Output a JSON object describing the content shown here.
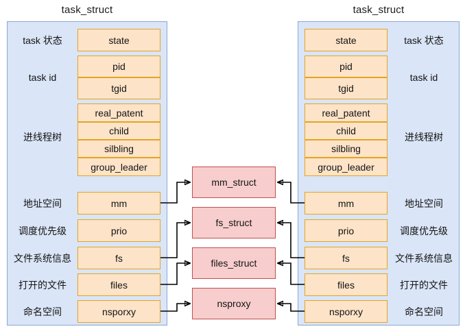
{
  "diagram": {
    "title_left": "task_struct",
    "title_right": "task_struct",
    "colors": {
      "panel_fill": "#dae5f7",
      "panel_border": "#8aa8d4",
      "field_fill": "#fde3c7",
      "field_border": "#e0a526",
      "shared_fill": "#f7cdcd",
      "shared_border": "#c0504d",
      "connector": "#000000"
    }
  },
  "left_panel": {
    "fields": [
      {
        "name": "state",
        "desc": "task 状态"
      },
      {
        "name": "pid",
        "desc": "task id"
      },
      {
        "name": "tgid",
        "desc": ""
      },
      {
        "name": "real_patent",
        "desc": ""
      },
      {
        "name": "child",
        "desc": "进线程树"
      },
      {
        "name": "silbling",
        "desc": ""
      },
      {
        "name": "group_leader",
        "desc": ""
      },
      {
        "name": "mm",
        "desc": "地址空间"
      },
      {
        "name": "prio",
        "desc": "调度优先级"
      },
      {
        "name": "fs",
        "desc": "文件系统信息"
      },
      {
        "name": "files",
        "desc": "打开的文件"
      },
      {
        "name": "nsporxy",
        "desc": "命名空间"
      }
    ],
    "group_labels": [
      "task 状态",
      "task id",
      "进线程树",
      "地址空间",
      "调度优先级",
      "文件系统信息",
      "打开的文件",
      "命名空间"
    ]
  },
  "right_panel": {
    "fields": [
      {
        "name": "state",
        "desc": "task 状态"
      },
      {
        "name": "pid",
        "desc": "task id"
      },
      {
        "name": "tgid",
        "desc": ""
      },
      {
        "name": "real_patent",
        "desc": ""
      },
      {
        "name": "child",
        "desc": "进线程树"
      },
      {
        "name": "silbling",
        "desc": ""
      },
      {
        "name": "group_leader",
        "desc": ""
      },
      {
        "name": "mm",
        "desc": "地址空间"
      },
      {
        "name": "prio",
        "desc": "调度优先级"
      },
      {
        "name": "fs",
        "desc": "文件系统信息"
      },
      {
        "name": "files",
        "desc": "打开的文件"
      },
      {
        "name": "nsporxy",
        "desc": "命名空间"
      }
    ],
    "group_labels": [
      "task 状态",
      "task id",
      "进线程树",
      "地址空间",
      "调度优先级",
      "文件系统信息",
      "打开的文件",
      "命名空间"
    ]
  },
  "shared_structs": [
    {
      "name": "mm_struct",
      "from_field": "mm"
    },
    {
      "name": "fs_struct",
      "from_field": "fs"
    },
    {
      "name": "files_struct",
      "from_field": "files"
    },
    {
      "name": "nsproxy",
      "from_field": "nsporxy"
    }
  ]
}
